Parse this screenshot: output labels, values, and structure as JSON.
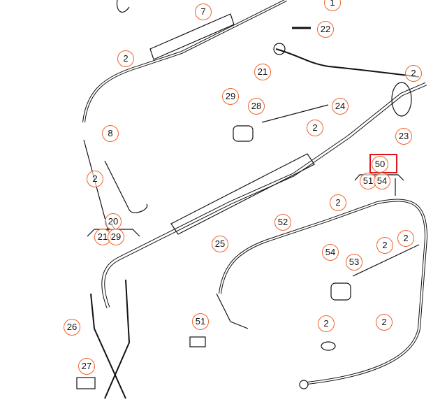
{
  "callouts": [
    {
      "label": "1"
    },
    {
      "label": "7"
    },
    {
      "label": "22"
    },
    {
      "label": "2"
    },
    {
      "label": "21"
    },
    {
      "label": "2"
    },
    {
      "label": "29"
    },
    {
      "label": "28"
    },
    {
      "label": "24"
    },
    {
      "label": "8"
    },
    {
      "label": "2"
    },
    {
      "label": "23"
    },
    {
      "label": "50"
    },
    {
      "label": "51"
    },
    {
      "label": "54"
    },
    {
      "label": "2"
    },
    {
      "label": "20"
    },
    {
      "label": "21"
    },
    {
      "label": "29"
    },
    {
      "label": "2"
    },
    {
      "label": "52"
    },
    {
      "label": "25"
    },
    {
      "label": "2"
    },
    {
      "label": "54"
    },
    {
      "label": "2"
    },
    {
      "label": "53"
    },
    {
      "label": "26"
    },
    {
      "label": "51"
    },
    {
      "label": "2"
    },
    {
      "label": "2"
    },
    {
      "label": "27"
    }
  ],
  "highlight_color": "#e0141c",
  "callout_color": "#f0622a"
}
